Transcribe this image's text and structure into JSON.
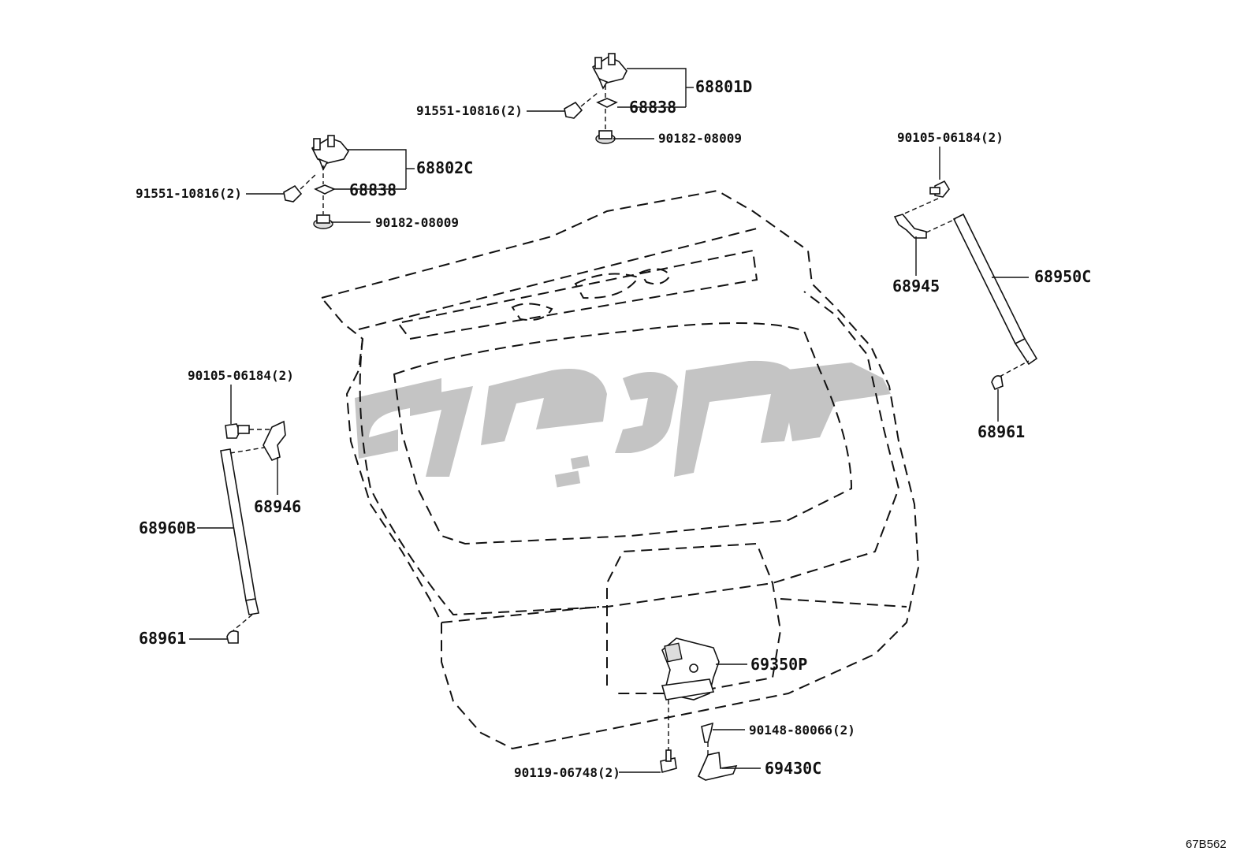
{
  "labels": {
    "p68801D": "68801D",
    "p68838_top": "68838",
    "p91551_top": "91551-10816(2)",
    "p90182_top": "90182-08009",
    "p68802C": "68802C",
    "p68838_left": "68838",
    "p91551_left": "91551-10816(2)",
    "p90182_left": "90182-08009",
    "p90105_right": "90105-06184(2)",
    "p68945": "68945",
    "p68950C": "68950C",
    "p68961_right": "68961",
    "p90105_left": "90105-06184(2)",
    "p68946": "68946",
    "p68960B": "68960B",
    "p68961_left": "68961",
    "p69350P": "69350P",
    "p90148": "90148-80066(2)",
    "p90119": "90119-06748(2)",
    "p69430C": "69430C",
    "diagram_code": "67B562"
  },
  "colors": {
    "line": "#111111",
    "watermark": "#c4c4c4"
  }
}
